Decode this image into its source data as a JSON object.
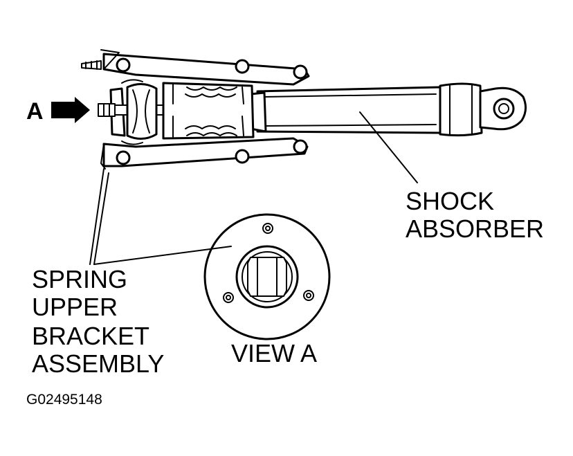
{
  "labels": {
    "view_arrow_letter": "A",
    "shock_line1": "SHOCK",
    "shock_line2": "ABSORBER",
    "spring_line1": "SPRING",
    "spring_line2": "UPPER",
    "spring_line3": "BRACKET",
    "spring_line4": "ASSEMBLY",
    "view_caption": "VIEW A",
    "figure_code": "G02495148"
  }
}
